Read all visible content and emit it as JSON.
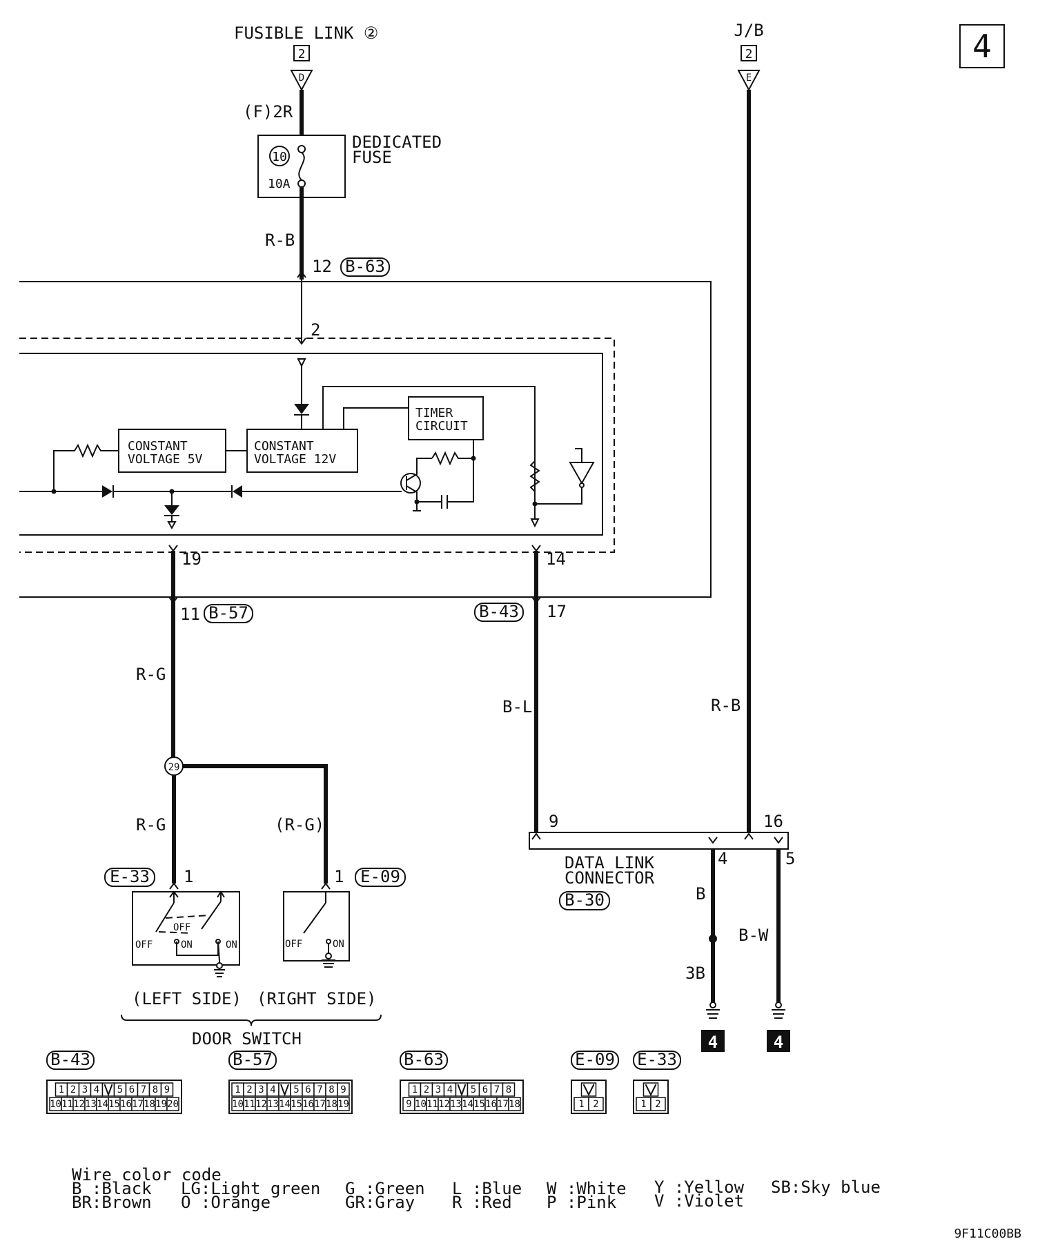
{
  "page_number": "4",
  "diagram_code": "9F11C00BB",
  "top": {
    "fusible_link": "FUSIBLE LINK ②",
    "fusible_link_box": "2",
    "fusible_link_terminal": "D",
    "fusible_wire": "(F)2R",
    "jb": "J/B",
    "jb_box": "2",
    "jb_terminal": "E"
  },
  "fuse": {
    "number": "10",
    "rating": "10A",
    "label_line1": "DEDICATED",
    "label_line2": "FUSE"
  },
  "wires": {
    "fuse_out": "R-B",
    "left_main": "R-G",
    "left_branch": "R-G",
    "right_branch": "(R-G)",
    "data_link": "B-L",
    "jb_line": "R-B",
    "ground_b": "B",
    "ground_bw": "B-W",
    "ground_3b": "3B"
  },
  "pins": {
    "b63_pin": "12",
    "b63_conn": "B-63",
    "inner_2": "2",
    "inner_19": "19",
    "inner_14": "14",
    "b57_pin": "11",
    "b57_conn": "B-57",
    "b43_conn": "B-43",
    "b43_pin": "17",
    "joint": "29",
    "e33_conn": "E-33",
    "e33_pin": "1",
    "e09_conn": "E-09",
    "e09_pin": "1",
    "dl_9": "9",
    "dl_16": "16",
    "dl_4": "4",
    "dl_5": "5"
  },
  "ecu": {
    "cv5_line1": "CONSTANT",
    "cv5_line2": "VOLTAGE 5V",
    "cv12_line1": "CONSTANT",
    "cv12_line2": "VOLTAGE 12V",
    "timer_line1": "TIMER",
    "timer_line2": "CIRCUIT"
  },
  "data_link": {
    "label_line1": "DATA LINK",
    "label_line2": "CONNECTOR",
    "conn": "B-30"
  },
  "switches": {
    "off": "OFF",
    "on": "ON",
    "left_side": "(LEFT SIDE)",
    "right_side": "(RIGHT SIDE)",
    "door_switch": "DOOR SWITCH"
  },
  "ground_marker": "4",
  "connectors": [
    {
      "id": "B-43",
      "row1": [
        "1",
        "2",
        "3",
        "4",
        "",
        "5",
        "6",
        "7",
        "8",
        "9"
      ],
      "row2": [
        "10",
        "11",
        "12",
        "13",
        "14",
        "15",
        "16",
        "17",
        "18",
        "19",
        "20"
      ]
    },
    {
      "id": "B-57",
      "row1": [
        "1",
        "2",
        "3",
        "4",
        "",
        "5",
        "6",
        "7",
        "8",
        "9"
      ],
      "row2": [
        "10",
        "11",
        "12",
        "13",
        "14",
        "15",
        "16",
        "17",
        "18",
        "19"
      ]
    },
    {
      "id": "B-63",
      "row1": [
        "1",
        "2",
        "3",
        "4",
        "",
        "5",
        "6",
        "7",
        "8"
      ],
      "row2": [
        "9",
        "10",
        "11",
        "12",
        "13",
        "14",
        "15",
        "16",
        "17",
        "18"
      ]
    },
    {
      "id": "E-09",
      "row1": [
        ""
      ],
      "row2": [
        "1",
        "2"
      ]
    },
    {
      "id": "E-33",
      "row1": [
        ""
      ],
      "row2": [
        "1",
        "2"
      ]
    }
  ],
  "wire_color_code": {
    "title": "Wire color code",
    "entries": [
      "B :Black",
      "BR:Brown",
      "LG:Light green",
      "O :Orange",
      "G :Green",
      "GR:Gray",
      "L :Blue",
      "R :Red",
      "W :White",
      "P :Pink",
      "Y :Yellow",
      "V :Violet",
      "SB:Sky blue"
    ]
  }
}
